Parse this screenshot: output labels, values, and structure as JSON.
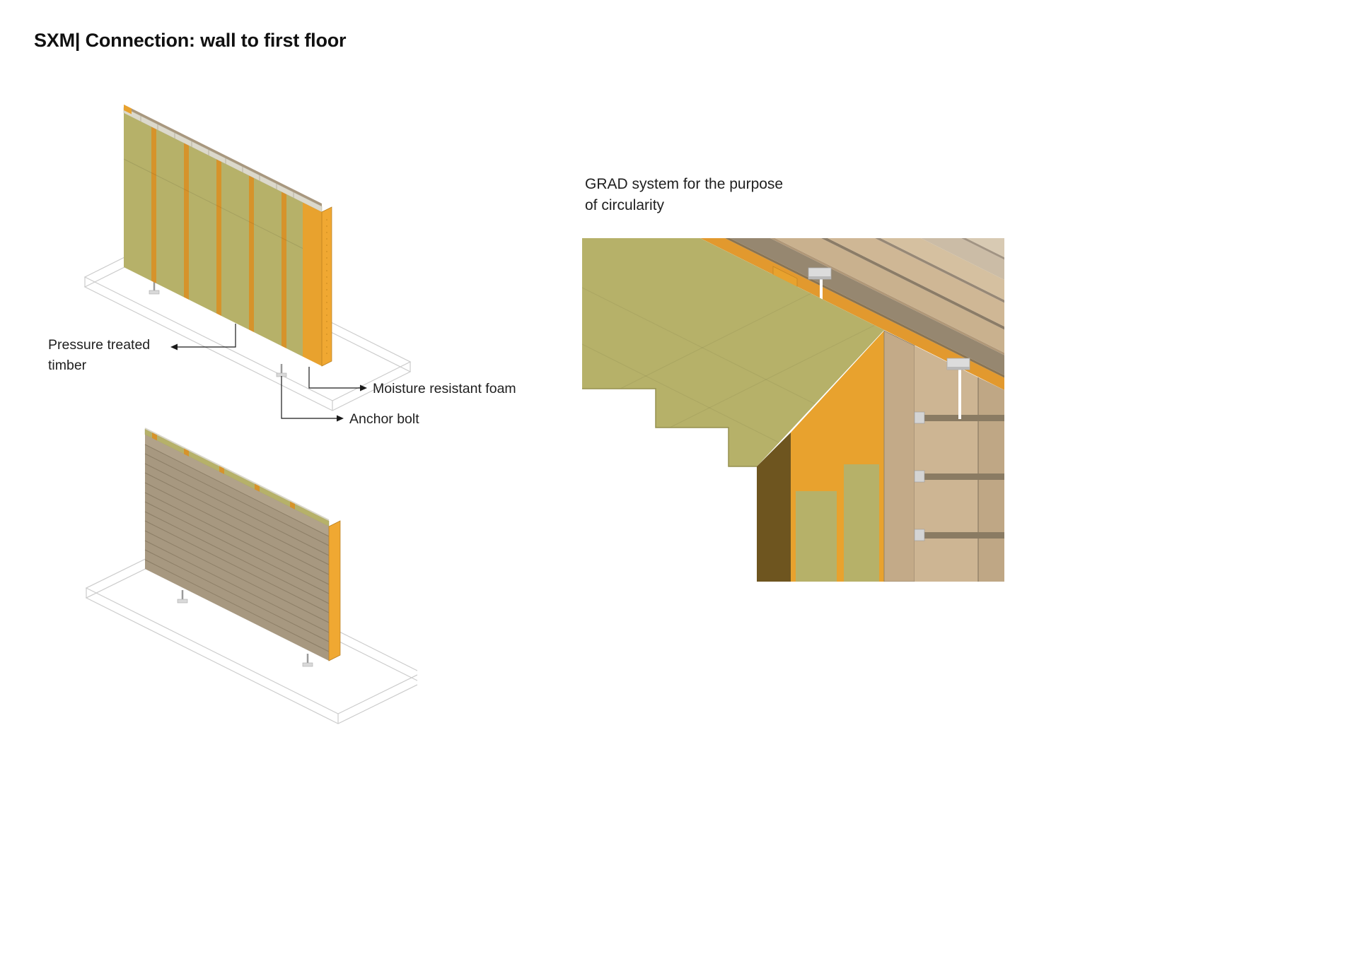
{
  "page": {
    "title": "SXM| Connection: wall to first floor"
  },
  "labels": {
    "pressure_treated_timber": {
      "line1": "Pressure treated",
      "line2": "timber"
    },
    "moisture_resistant_foam": "Moisture resistant foam",
    "anchor_bolt": "Anchor bolt",
    "grad_caption": {
      "line1": "GRAD system for the purpose",
      "line2": "of circularity"
    }
  },
  "diagrams": {
    "top_left": "wall panel on floor slab (isometric)",
    "bottom_left": "clad wall panel on floor slab (isometric)",
    "right": "GRAD cladding system corner detail"
  },
  "colors": {
    "insulation_olive": "#b6b169",
    "timber_orange": "#e8a22e",
    "timber_dark_brown": "#6e551f",
    "cladding_tan": "#cdb593",
    "cladding_boards": "#a79880",
    "top_plate_light": "#dcd9cc",
    "wireframe_gray": "#cbcbcb",
    "clip_metal_gray": "#dcdcdc",
    "leader_line": "#1a1a1a",
    "background": "#ffffff"
  }
}
